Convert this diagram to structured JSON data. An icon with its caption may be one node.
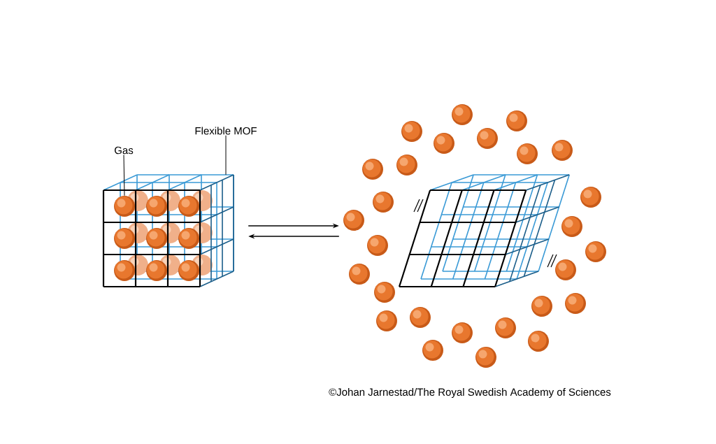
{
  "diagram": {
    "nodes": [
      {
        "text": [
          "Gas"
        ]
      },
      {
        "text": [
          "Flexible MOF"
        ]
      },
      {
        "text": [],
        "shape": "picture"
      },
      {
        "text": [],
        "shape": "picture"
      },
      {
        "text": [],
        "shape": "circle",
        "in": 2
      }
    ],
    "edges": [
      {
        "from": 0,
        "to": 4,
        "arrow": "none"
      },
      {
        "from": 1,
        "to": 2,
        "arrow": "none"
      },
      {
        "from": 2,
        "to": 3,
        "arrow": "to"
      },
      {
        "from": 3,
        "to": 2,
        "arrow": "to"
      }
    ],
    "labels": [
      "©Johan Jarnestad/The Royal Swedish Academy of Sciences"
    ]
  }
}
